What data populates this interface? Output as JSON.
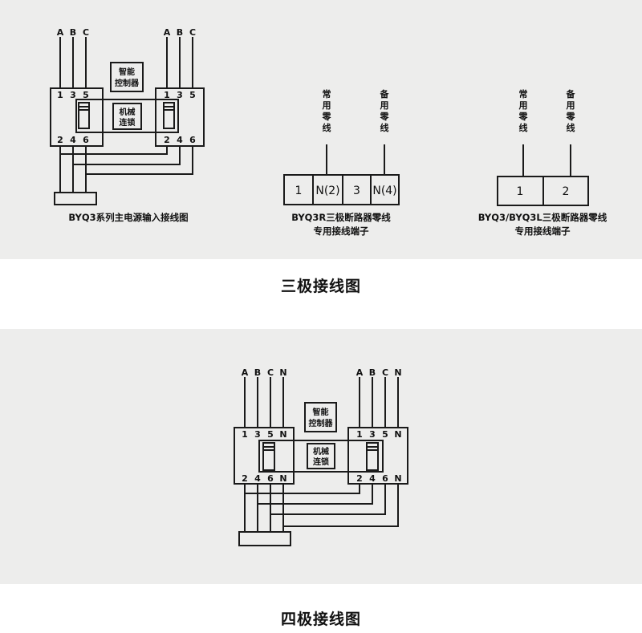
{
  "three_pole": {
    "section_title": "三极接线图",
    "main_input": {
      "caption": "BYQ3系列主电源输入接线图",
      "left_phase_labels": [
        "A",
        "B",
        "C"
      ],
      "right_phase_labels": [
        "A",
        "B",
        "C"
      ],
      "left_top_terminals": [
        "1",
        "3",
        "5"
      ],
      "left_bottom_terminals": [
        "2",
        "4",
        "6"
      ],
      "right_top_terminals": [
        "1",
        "3",
        "5"
      ],
      "right_bottom_terminals": [
        "2",
        "4",
        "6"
      ],
      "controller_label_1": "智能",
      "controller_label_2": "控制器",
      "interlock_label_1": "机械",
      "interlock_label_2": "连锁"
    },
    "byq3r_terminal": {
      "caption_line1": "BYQ3R三极断路器零线",
      "caption_line2": "专用接线端子",
      "wire_labels": [
        "常用零线",
        "备用零线"
      ],
      "cells": [
        "1",
        "N(2)",
        "3",
        "N(4)"
      ]
    },
    "byq3_byq3l_terminal": {
      "caption_line1": "BYQ3/BYQ3L三极断路器零线",
      "caption_line2": "专用接线端子",
      "wire_labels": [
        "常用零线",
        "备用零线"
      ],
      "cells": [
        "1",
        "2"
      ]
    }
  },
  "four_pole": {
    "section_title": "四极接线图",
    "left_phase_labels": [
      "A",
      "B",
      "C",
      "N"
    ],
    "right_phase_labels": [
      "A",
      "B",
      "C",
      "N"
    ],
    "left_top_terminals": [
      "1",
      "3",
      "5",
      "N"
    ],
    "left_bottom_terminals": [
      "2",
      "4",
      "6",
      "N"
    ],
    "right_top_terminals": [
      "1",
      "3",
      "5",
      "N"
    ],
    "right_bottom_terminals": [
      "2",
      "4",
      "6",
      "N"
    ],
    "controller_label_1": "智能",
    "controller_label_2": "控制器",
    "interlock_label_1": "机械",
    "interlock_label_2": "连锁"
  },
  "colors": {
    "panel_background": "#ededec",
    "page_background": "#ffffff",
    "line": "#1a1a1a"
  }
}
